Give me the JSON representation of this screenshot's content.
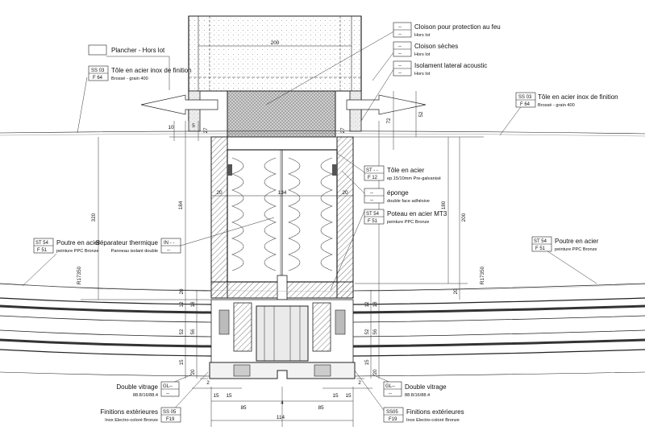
{
  "dimensions": {
    "d200_top": "200",
    "d10": "10",
    "d5_a": "5",
    "d27_l": "27",
    "d27_r": "27",
    "d72": "72",
    "d52": "52",
    "d184": "184",
    "d320": "320",
    "d180": "180",
    "d200_right": "200",
    "d20_l": "20",
    "d134": "134",
    "d20_r": "20",
    "d20_bl": "20",
    "d20_br": "20",
    "d12_l": "12",
    "d18_l": "18",
    "d12_r": "12",
    "d18_r": "18",
    "d52_l": "52",
    "d56_l": "56",
    "d52_r": "52",
    "d56_r": "56",
    "d15_l": "15",
    "d20_ll": "20",
    "d15_r": "15",
    "d20_rr": "20",
    "d2_l": "2",
    "d2_r": "2",
    "d15a": "15",
    "d15b": "15",
    "d15c": "15",
    "d15d": "15",
    "d85_l": "85",
    "d85_r": "85",
    "d4": "4",
    "d114": "114",
    "r_left": "R17350",
    "r_right": "R17350"
  },
  "labels": {
    "plancher": {
      "title": "Plancher - Hors lot"
    },
    "tole_left": {
      "code1": "SS 03",
      "code2": "F 64",
      "title": "Tôle en acier inox de finition",
      "sub": "Brossé - grain 400"
    },
    "tole_right": {
      "code1": "SS 03",
      "code2": "F 64",
      "title": "Tôle en acier inox de finition",
      "sub": "Brossé - grain 400"
    },
    "cloison_feu": {
      "code1": "--",
      "code2": "--",
      "title": "Cloison pour protection au feu",
      "sub": "Hors lot"
    },
    "cloison_seches": {
      "code1": "--",
      "code2": "--",
      "title": "Cloison sèches",
      "sub": "Hors lot"
    },
    "isolement": {
      "code1": "--",
      "code2": "--",
      "title": "Isolament lateral acoustic",
      "sub": "Hors lot"
    },
    "tole_acier": {
      "code1": "ST - -",
      "code2": "F 12",
      "title": "Tôle en acier",
      "sub": "ep.15/10mm Pre-galvanisé"
    },
    "eponge": {
      "code1": "--",
      "code2": "--",
      "title": "éponge",
      "sub": "double face adhésive"
    },
    "poteau": {
      "code1": "ST 54",
      "code2": "F 51",
      "title": "Poteau en acier MT3",
      "sub": "peinture PPC Bronze"
    },
    "separateur": {
      "code1": "IN - -",
      "code2": "--",
      "title": "Séparateur thermique",
      "sub": "Panneau isolant double"
    },
    "poutre_left": {
      "code1": "ST 54",
      "code2": "F 51",
      "title": "Poutre en acier",
      "sub": "peinture PPC Bronze"
    },
    "poutre_right": {
      "code1": "ST 54",
      "code2": "F 51",
      "title": "Poutre en acier",
      "sub": "peinture PPC Bronze"
    },
    "vitrage_left": {
      "code1": "GL--",
      "code2": "--",
      "title": "Double vitrage",
      "sub": "88.8/16/88.4"
    },
    "vitrage_right": {
      "code1": "GL--",
      "code2": "--",
      "title": "Double vitrage",
      "sub": "88.8/16/88.4"
    },
    "finitions_left": {
      "code1": "SS 05",
      "code2": "F19",
      "title": "Finitions extérieures",
      "sub": "Inox Electro-coloré Bronze"
    },
    "finitions_right": {
      "code1": "SS05",
      "code2": "F19",
      "title": "Finitions extérieures",
      "sub": "Inox Electro-coloré Bronze"
    }
  }
}
